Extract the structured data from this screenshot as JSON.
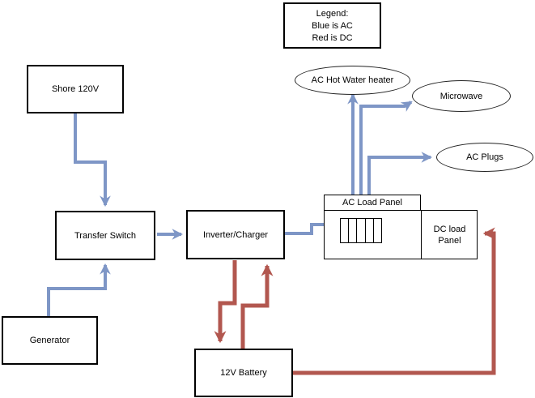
{
  "colors": {
    "ac_blue": "#7E96C6",
    "dc_red": "#B2574F",
    "shape_border": "#000000",
    "bg": "#FFFFFF"
  },
  "legend": {
    "title": "Legend:",
    "line1": "Blue is AC",
    "line2": "Red is DC"
  },
  "nodes": {
    "shore": "Shore 120V",
    "transfer_switch": "Transfer Switch",
    "inverter_charger": "Inverter/Charger",
    "generator": "Generator",
    "battery": "12V Battery",
    "ac_load_panel": "AC Load Panel",
    "dc_load_panel": "DC load Panel",
    "hot_water_heater": "AC Hot Water heater",
    "microwave": "Microwave",
    "ac_plugs": "AC Plugs"
  },
  "connections": [
    {
      "from": "Shore 120V",
      "to": "Transfer Switch",
      "type": "AC"
    },
    {
      "from": "Generator",
      "to": "Transfer Switch",
      "type": "AC"
    },
    {
      "from": "Transfer Switch",
      "to": "Inverter/Charger",
      "type": "AC"
    },
    {
      "from": "Inverter/Charger",
      "to": "AC Load Panel",
      "type": "AC"
    },
    {
      "from": "AC Load Panel",
      "to": "AC Hot Water heater",
      "type": "AC"
    },
    {
      "from": "AC Load Panel",
      "to": "Microwave",
      "type": "AC"
    },
    {
      "from": "AC Load Panel",
      "to": "AC Plugs",
      "type": "AC"
    },
    {
      "from": "Inverter/Charger",
      "to": "12V Battery",
      "type": "DC"
    },
    {
      "from": "12V Battery",
      "to": "Inverter/Charger",
      "type": "DC"
    },
    {
      "from": "12V Battery",
      "to": "DC load Panel",
      "type": "DC"
    }
  ]
}
